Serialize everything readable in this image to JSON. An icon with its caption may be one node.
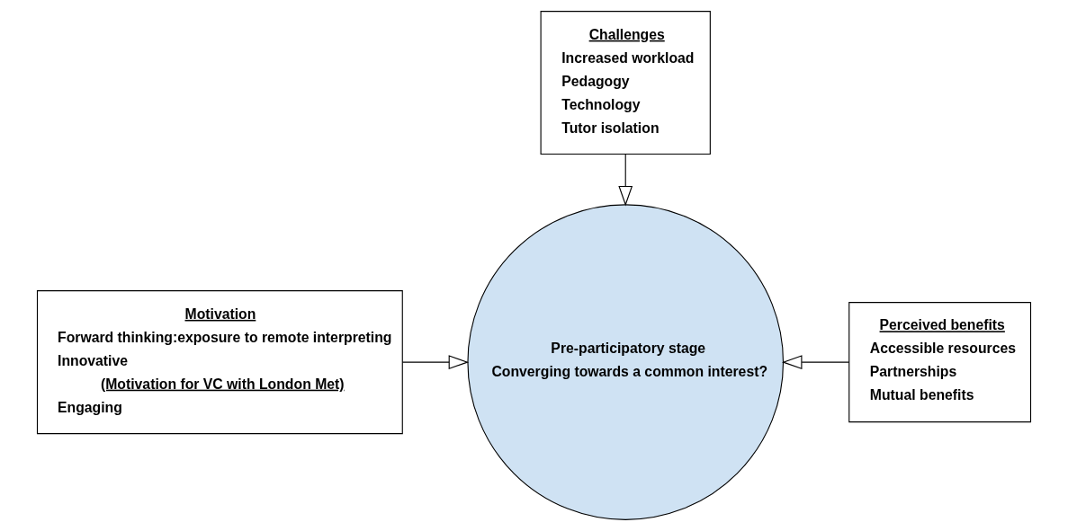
{
  "diagram": {
    "nodes": [
      {
        "text": [
          "Challenges",
          "Increased workload",
          "Pedagogy",
          "Technology",
          "Tutor isolation"
        ]
      },
      {
        "text": [
          "Motivation",
          "Forward thinking:exposure to remote interpreting",
          "Innovative",
          "(Motivation for VC with London Met)",
          "Engaging"
        ]
      },
      {
        "text": [
          "Pre-participatory stage",
          "Converging towards a common interest?"
        ]
      },
      {
        "text": [
          "Perceived benefits",
          "Accessible resources",
          "Partnerships",
          "Mutual benefits"
        ]
      }
    ],
    "edges": [
      {
        "from": 0,
        "to": 2,
        "arrow": "to"
      },
      {
        "from": 1,
        "to": 2,
        "arrow": "to"
      },
      {
        "from": 3,
        "to": 2,
        "arrow": "to"
      }
    ]
  }
}
